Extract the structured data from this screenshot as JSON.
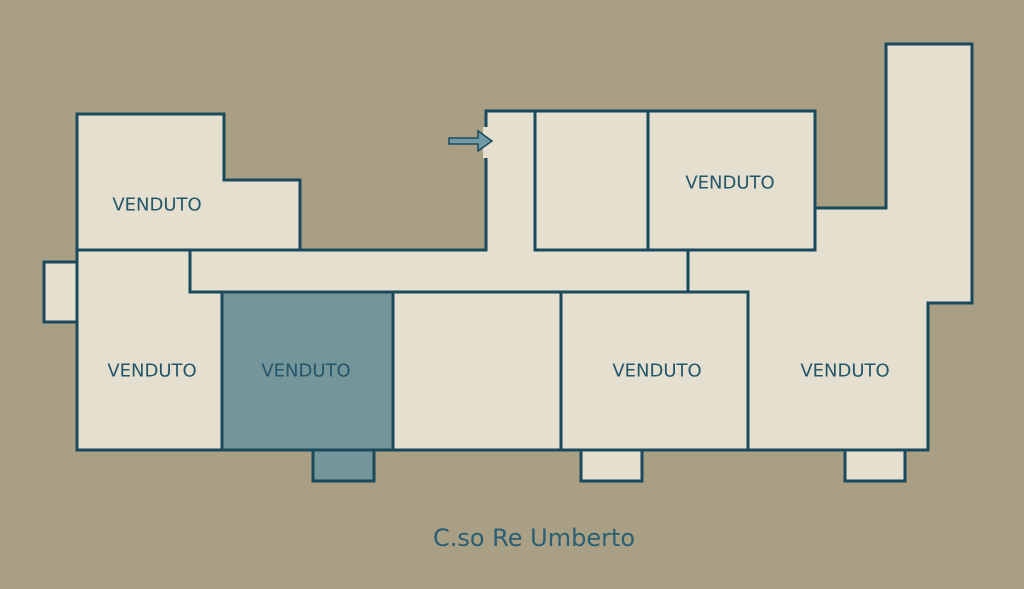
{
  "plan": {
    "street_label": "C.so Re Umberto",
    "colors": {
      "background": "#a89f84",
      "unit": "#e4dfcf",
      "selected_unit": "#74959a",
      "wall": "#1a4a5c"
    },
    "units": [
      {
        "id": "top-left",
        "label": "VENDUTO",
        "selected": false
      },
      {
        "id": "bottom-left",
        "label": "VENDUTO",
        "selected": false
      },
      {
        "id": "bottom-2",
        "label": "VENDUTO",
        "selected": true
      },
      {
        "id": "bottom-3",
        "label": "",
        "selected": false
      },
      {
        "id": "bottom-4",
        "label": "VENDUTO",
        "selected": false
      },
      {
        "id": "right",
        "label": "VENDUTO",
        "selected": false
      },
      {
        "id": "top-middle",
        "label": "",
        "selected": false
      },
      {
        "id": "top-right",
        "label": "VENDUTO",
        "selected": false
      }
    ],
    "entrance_icon": "arrow-right-icon"
  }
}
